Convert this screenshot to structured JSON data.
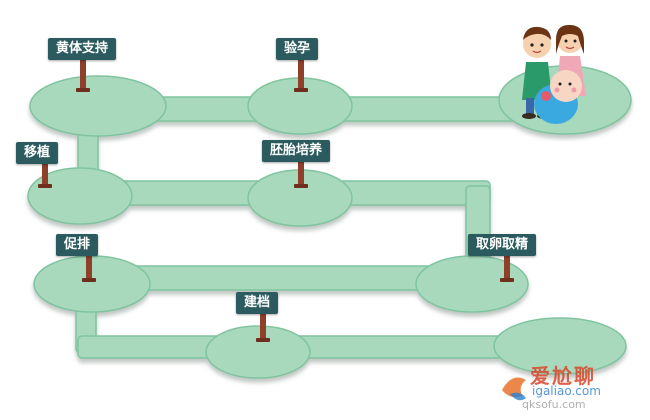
{
  "steps": {
    "huangti": "黄体支持",
    "yanyun": "验孕",
    "yizhi": "移植",
    "peiyang": "胚胎培养",
    "cupai": "促排",
    "quluan": "取卵取精",
    "jiandang": "建档"
  },
  "watermark": {
    "brand": "爱尬聊",
    "url_main": "igaliao.com",
    "url_sub": "qksofu.com"
  },
  "colors": {
    "path_fill": "#a8d9bd",
    "path_edge": "#7fc49f",
    "path_shadow": "#ccd3cf",
    "sign_bg": "#2c5b5f",
    "post": "#8f3f2a"
  }
}
